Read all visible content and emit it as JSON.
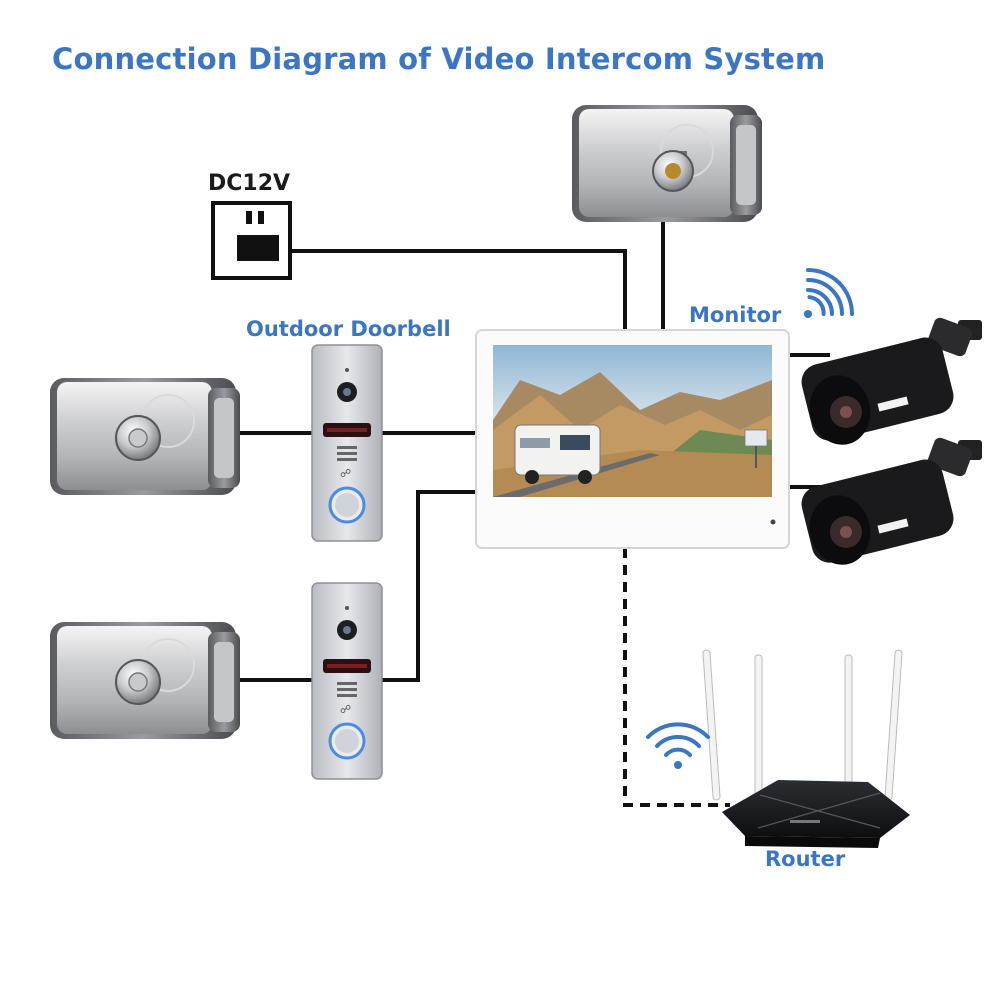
{
  "title": "Connection Diagram of Video Intercom System",
  "labels": {
    "power": "DC12V",
    "doorbell": "Outdoor Doorbell",
    "monitor": "Monitor",
    "router": "Router"
  },
  "colors": {
    "accent": "#3a76c4",
    "wire": "#111111"
  },
  "icons": [
    "power-socket-icon",
    "electric-lock-icon",
    "doorbell-panel-icon",
    "monitor-screen-icon",
    "cctv-camera-icon",
    "router-icon",
    "wifi-icon"
  ]
}
